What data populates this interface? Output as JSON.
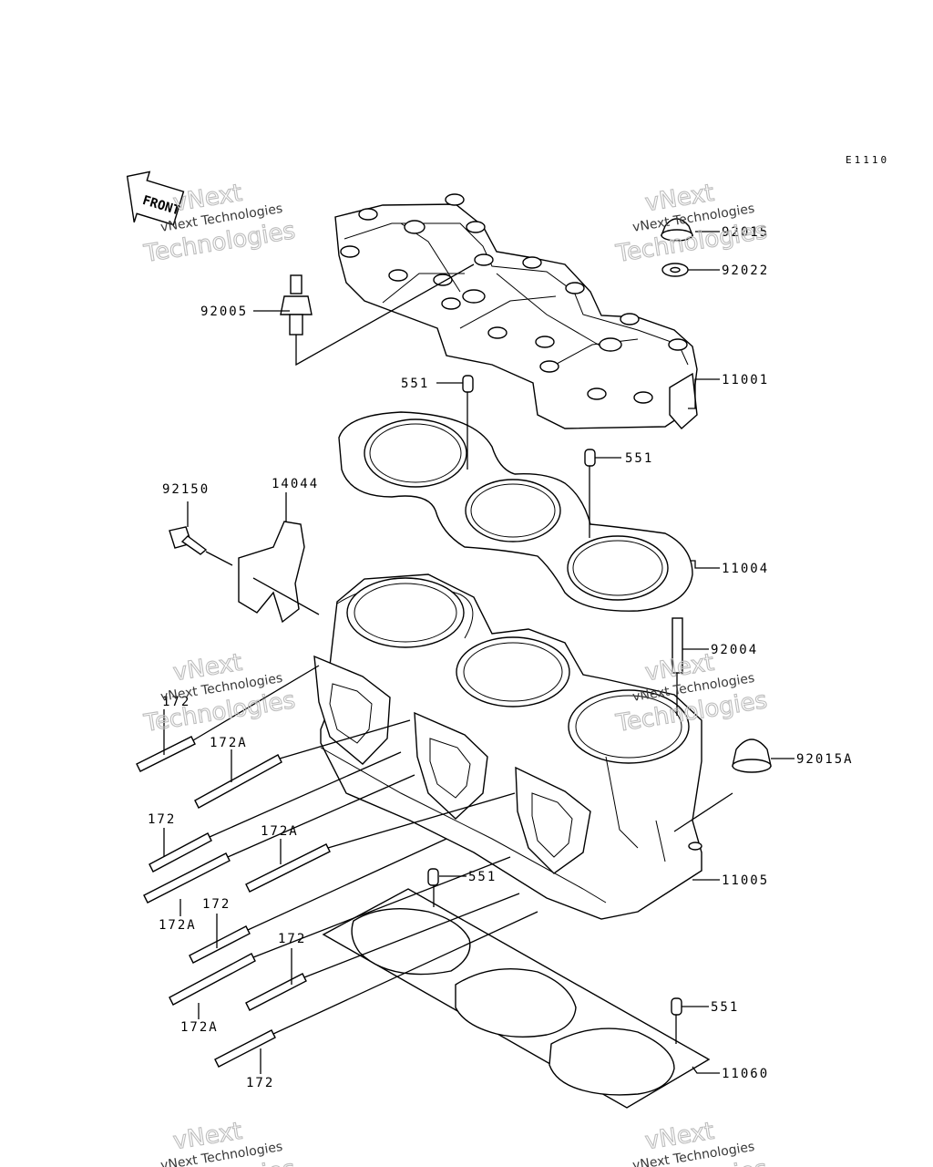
{
  "diagram_code": "E1110",
  "front_label": "FRONT",
  "watermark": {
    "line1": "vNext",
    "line2": "Technologies",
    "small": "vNext Technologies"
  },
  "callouts": {
    "p92015": "92015",
    "p92022": "92022",
    "p92005": "92005",
    "p11001": "11001",
    "p551_a": "551",
    "p551_b": "551",
    "p92150": "92150",
    "p14044": "14044",
    "p11004": "11004",
    "p92004": "92004",
    "p92015A": "92015A",
    "p172_1": "172",
    "p172A_1": "172A",
    "p172_2": "172",
    "p172A_2": "172A",
    "p172A_3": "172A",
    "p551_c": "551",
    "p11005": "11005",
    "p172_3": "172",
    "p172_4": "172",
    "p172A_4": "172A",
    "p551_d": "551",
    "p11060": "11060",
    "p172_5": "172"
  }
}
